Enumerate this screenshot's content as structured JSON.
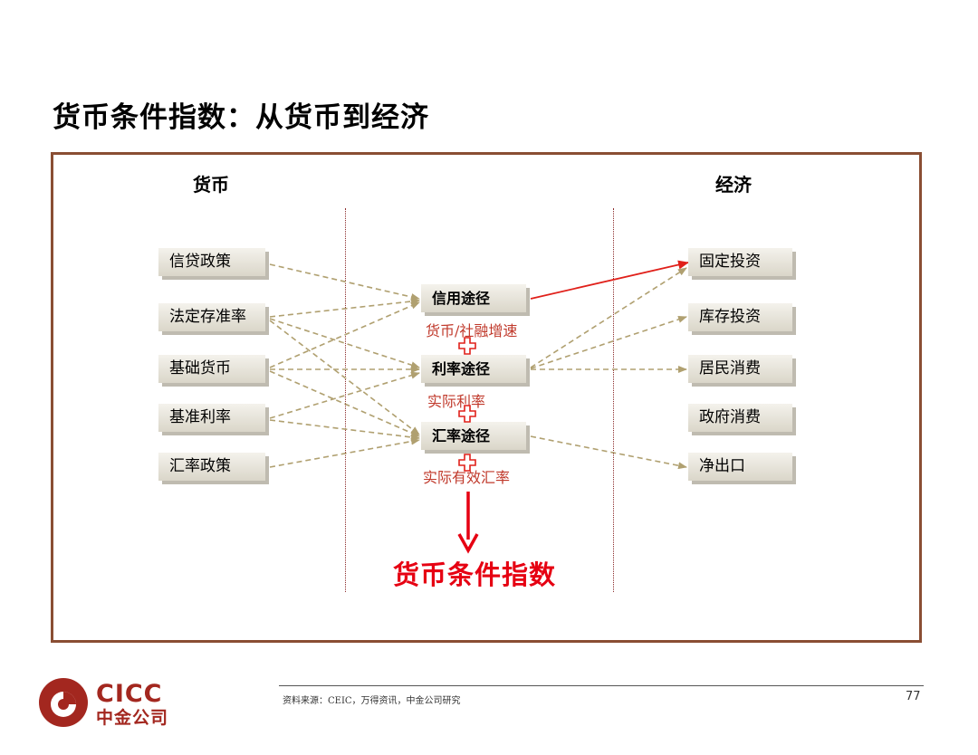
{
  "title": "货币条件指数：从货币到经济",
  "columns": {
    "left": "货币",
    "right": "经济"
  },
  "left_items": [
    "信贷政策",
    "法定存准率",
    "基础货币",
    "基准利率",
    "汇率政策"
  ],
  "middle_items": [
    "信用途径",
    "利率途径",
    "汇率途径"
  ],
  "right_items": [
    "固定投资",
    "库存投资",
    "居民消费",
    "政府消费",
    "净出口"
  ],
  "annotations": [
    "货币/社融增速",
    "实际利率",
    "实际有效汇率"
  ],
  "result_label": "货币条件指数",
  "footer": {
    "source": "资料来源：CEIC，万得资讯，中金公司研究",
    "page": "77"
  },
  "logo": {
    "en": "CICC",
    "cn": "中金公司"
  },
  "colors": {
    "accent_red": "#e60012",
    "frame_brown": "#8a4e33",
    "dashed_link": "#b0a070"
  }
}
